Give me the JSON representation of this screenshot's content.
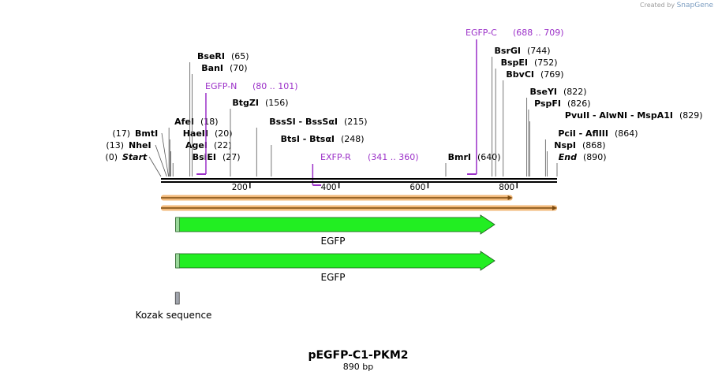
{
  "credit": {
    "prefix": "Created by",
    "brand": "SnapGene"
  },
  "map": {
    "title": "pEGFP-C1-PKM2",
    "length_label": "890 bp",
    "length": 890
  },
  "ruler": {
    "ticks": [
      200,
      400,
      600,
      800
    ]
  },
  "sites": [
    {
      "name": "Start",
      "pos": "(0)",
      "bp": 0
    },
    {
      "name": "NheI",
      "pos": "(13)",
      "bp": 13
    },
    {
      "name": "BmtI",
      "pos": "(17)",
      "bp": 17
    },
    {
      "name": "AfeI",
      "pos": "(18)",
      "bp": 18
    },
    {
      "name": "HaeII",
      "pos": "(20)",
      "bp": 20
    },
    {
      "name": "AgeI",
      "pos": "(22)",
      "bp": 22
    },
    {
      "name": "BsiEI",
      "pos": "(27)",
      "bp": 27
    },
    {
      "name": "BseRI",
      "pos": "(65)",
      "bp": 65
    },
    {
      "name": "BanI",
      "pos": "(70)",
      "bp": 70
    },
    {
      "name": "BtgZI",
      "pos": "(156)",
      "bp": 156
    },
    {
      "name": "BssSI  -  BssSαI",
      "pos": "(215)",
      "bp": 215
    },
    {
      "name": "BtsI  -  BtsαI",
      "pos": "(248)",
      "bp": 248
    },
    {
      "name": "BmrI",
      "pos": "(640)",
      "bp": 640
    },
    {
      "name": "BsrGI",
      "pos": "(744)",
      "bp": 744
    },
    {
      "name": "BspEI",
      "pos": "(752)",
      "bp": 752
    },
    {
      "name": "BbvCI",
      "pos": "(769)",
      "bp": 769
    },
    {
      "name": "BseYI",
      "pos": "(822)",
      "bp": 822
    },
    {
      "name": "PspFI",
      "pos": "(826)",
      "bp": 826
    },
    {
      "name": "PvuII  -  AlwNI  -  MspA1I",
      "pos": "(829)",
      "bp": 829
    },
    {
      "name": "PciI  -  AflIII",
      "pos": "(864)",
      "bp": 864
    },
    {
      "name": "NspI",
      "pos": "(868)",
      "bp": 868
    },
    {
      "name": "End",
      "pos": "(890)",
      "bp": 890
    }
  ],
  "primers": [
    {
      "name": "EGFP-N",
      "range": "(80 .. 101)",
      "start": 80,
      "end": 101,
      "dir": "fwd"
    },
    {
      "name": "EXFP-R",
      "range": "(341 .. 360)",
      "start": 341,
      "end": 360,
      "dir": "rev"
    },
    {
      "name": "EGFP-C",
      "range": "(688 .. 709)",
      "start": 688,
      "end": 709,
      "dir": "fwd"
    }
  ],
  "orfs": [
    {
      "start": 0,
      "end": 790
    },
    {
      "start": 0,
      "end": 890
    }
  ],
  "features": [
    {
      "label": "EGFP",
      "start": 33,
      "end": 750
    },
    {
      "label": "EGFP",
      "start": 33,
      "end": 750
    },
    {
      "label": "Kozak sequence",
      "start": 27,
      "end": 36
    }
  ],
  "colors": {
    "feature_fill": "#22ee22",
    "primer": "#9b30c8",
    "orf_fill": "#f2b97a",
    "orf_line": "#7a4a10",
    "kozak": "#a0a4ac"
  }
}
